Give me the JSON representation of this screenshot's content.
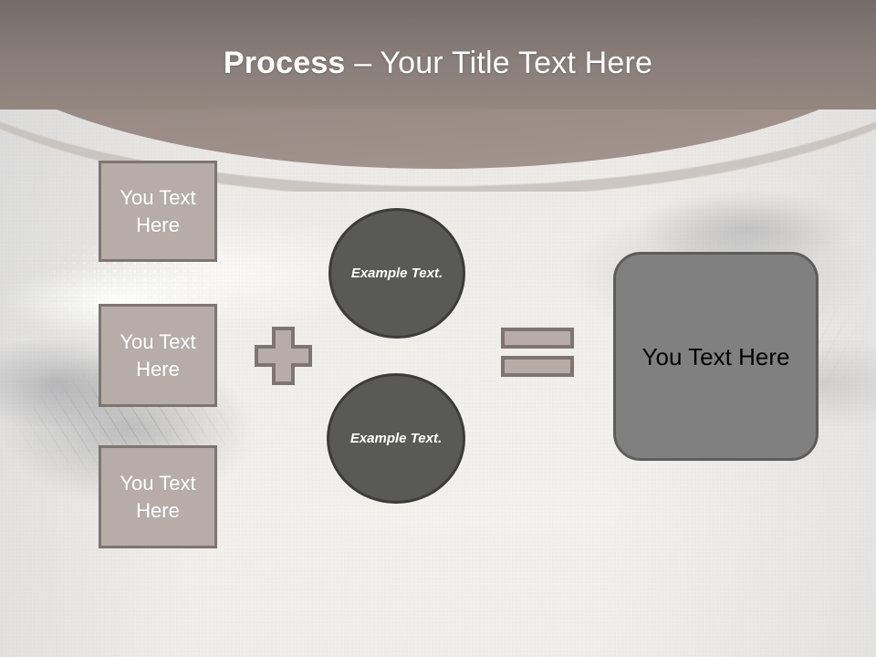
{
  "slide": {
    "title": {
      "bold_part": "Process",
      "rest_part": " – Your Title Text Here",
      "full": "Process – Your Title Text Here"
    },
    "colors": {
      "header_gradient_top": "#756c69",
      "header_gradient_bottom": "#a5968f",
      "header_rim": "#c7c0bc",
      "box_fill": "#b8aca8",
      "box_border": "#7e7571",
      "box_text": "#ffffff",
      "circle_fill": "#595958",
      "circle_border": "#3c3c3c",
      "circle_text": "#ffffff",
      "result_fill": "#808080",
      "result_border": "#5d5d5d",
      "result_text": "#000000",
      "background_base": "#efedea"
    },
    "input_boxes": [
      {
        "label": "You Text Here"
      },
      {
        "label": "You Text Here"
      },
      {
        "label": "You Text Here"
      }
    ],
    "operator_plus": {
      "symbol": "+",
      "name": "plus"
    },
    "circles": [
      {
        "label": "Example Text."
      },
      {
        "label": "Example Text."
      }
    ],
    "operator_equals": {
      "symbol": "=",
      "name": "equals"
    },
    "result_box": {
      "label": "You Text Here"
    }
  }
}
